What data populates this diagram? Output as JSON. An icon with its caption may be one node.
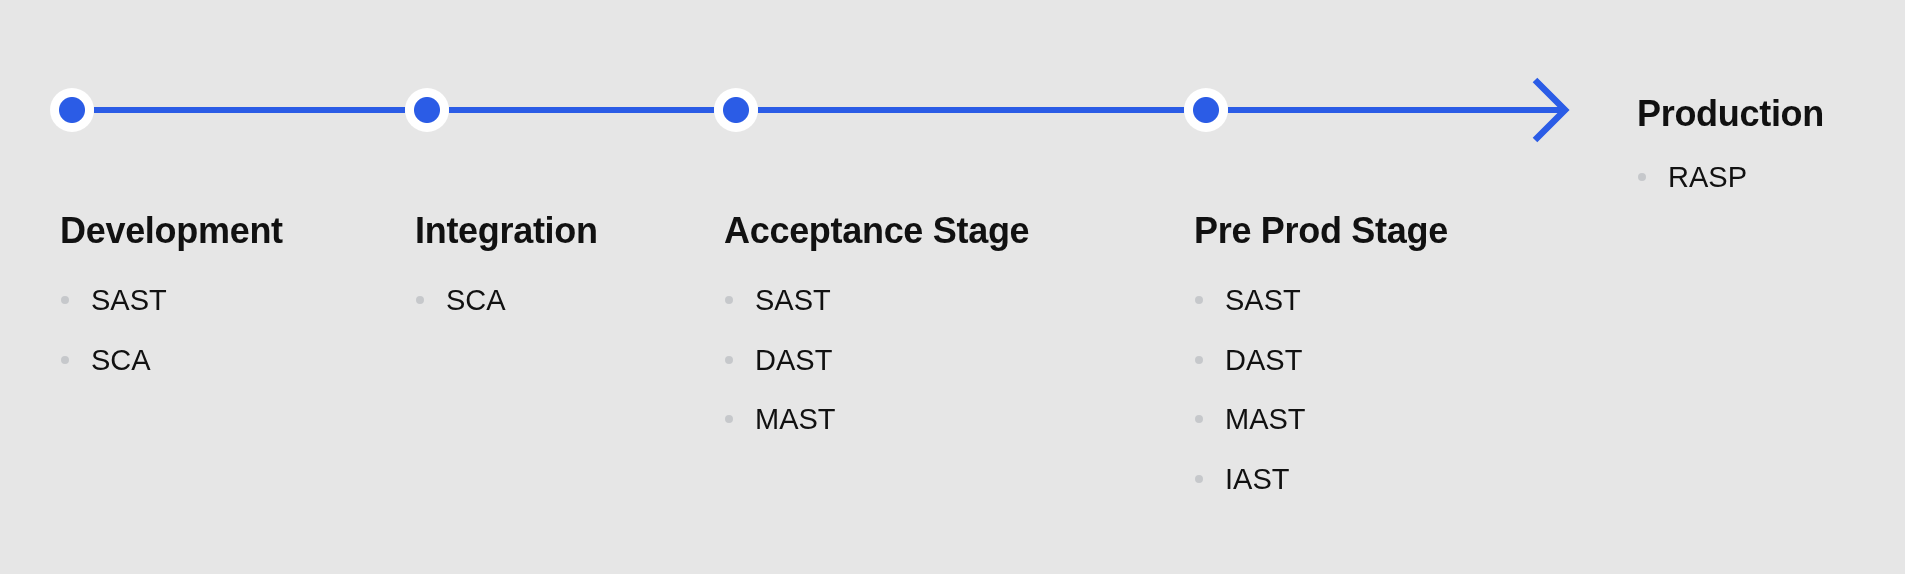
{
  "diagram": {
    "nodes": [
      {
        "text": [],
        "shape": "circle",
        "beside": [
          "Development",
          "SAST",
          "SCA"
        ]
      },
      {
        "text": [],
        "shape": "circle",
        "beside": [
          "Integration",
          "SCA"
        ]
      },
      {
        "text": [],
        "shape": "circle",
        "beside": [
          "Acceptance Stage",
          "SAST",
          "DAST",
          "MAST"
        ]
      },
      {
        "text": [],
        "shape": "circle",
        "beside": [
          "Pre Prod Stage",
          "SAST",
          "DAST",
          "MAST",
          "IAST"
        ]
      },
      {
        "text": [
          "Production"
        ],
        "beside": [
          "RASP"
        ]
      }
    ],
    "edges": [
      {
        "from": 0,
        "to": 1,
        "arrow": "none"
      },
      {
        "from": 1,
        "to": 2,
        "arrow": "none"
      },
      {
        "from": 2,
        "to": 3,
        "arrow": "none"
      },
      {
        "from": 3,
        "to": 4,
        "arrow": "to"
      }
    ]
  }
}
